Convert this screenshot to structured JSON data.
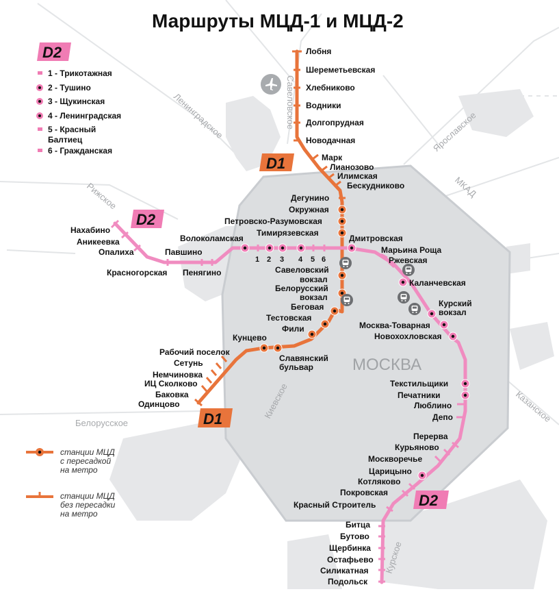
{
  "title": "Маршруты МЦД-1 и МЦД-2",
  "city_label": "МОСКВА",
  "colors": {
    "d1": "#e8743b",
    "d2": "#f08cc0",
    "d2_badge": "#f07cb4",
    "d1_badge": "#e8743b",
    "city_area": "#dcdee0",
    "ring": "#cfd2d5"
  },
  "badges": {
    "d1": "D1",
    "d2": "D2"
  },
  "directions": {
    "savelovskoe": "Савеловское",
    "leningradskoe": "Ленинградское",
    "rizhskoe": "Рижское",
    "yaroslavskoe": "Ярославское",
    "mkad": "МКАД",
    "kazanskoe": "Казанское",
    "kievskoe": "Киевское",
    "belorusskoe": "Белорусское",
    "kurskoe": "Курское"
  },
  "legend_top": {
    "items": [
      {
        "label": "1 - Трикотажная",
        "metro": false
      },
      {
        "label": "2 - Тушино",
        "metro": true
      },
      {
        "label": "3 - Щукинская",
        "metro": true
      },
      {
        "label": "4 - Ленинградская",
        "metro": true
      },
      {
        "label": "5 - Красный",
        "metro": false
      },
      {
        "label": "Балтиец",
        "metro": false
      },
      {
        "label": "6 - Гражданская",
        "metro": false
      }
    ]
  },
  "legend_bottom": {
    "transfer": [
      "станции МЦД",
      "с пересадкой",
      "на метро"
    ],
    "no_transfer": [
      "станции МЦД",
      "без пересадки",
      "на метро"
    ]
  },
  "d1_stations": [
    {
      "name": "Лобня",
      "metro": false
    },
    {
      "name": "Шереметьевская",
      "metro": false
    },
    {
      "name": "Хлебниково",
      "metro": false
    },
    {
      "name": "Водники",
      "metro": false
    },
    {
      "name": "Долгопрудная",
      "metro": false
    },
    {
      "name": "Новодачная",
      "metro": false
    },
    {
      "name": "Марк",
      "metro": false
    },
    {
      "name": "Лианозово",
      "metro": false
    },
    {
      "name": "Илимская",
      "metro": false
    },
    {
      "name": "Бескудниково",
      "metro": false
    },
    {
      "name": "Дегунино",
      "metro": false
    },
    {
      "name": "Окружная",
      "metro": true
    },
    {
      "name": "Петровско-Разумовская",
      "metro": true
    },
    {
      "name": "Тимирязевская",
      "metro": true
    },
    {
      "name": "Савеловский",
      "metro": true
    },
    {
      "name": "вокзал",
      "metro": false
    },
    {
      "name": "Белорусский",
      "metro": true
    },
    {
      "name": "вокзал",
      "metro": false
    },
    {
      "name": "Беговая",
      "metro": true
    },
    {
      "name": "Тестовская",
      "metro": true
    },
    {
      "name": "Фили",
      "metro": true
    },
    {
      "name": "Кунцево",
      "metro": true
    },
    {
      "name": "Славянский",
      "metro": true
    },
    {
      "name": "бульвар",
      "metro": false
    },
    {
      "name": "Рабочий поселок",
      "metro": false
    },
    {
      "name": "Сетунь",
      "metro": false
    },
    {
      "name": "Немчиновка",
      "metro": false
    },
    {
      "name": "ИЦ Сколково",
      "metro": false
    },
    {
      "name": "Баковка",
      "metro": false
    },
    {
      "name": "Одинцово",
      "metro": false
    }
  ],
  "d2_stations": [
    {
      "name": "Нахабино",
      "metro": false
    },
    {
      "name": "Аникеевка",
      "metro": false
    },
    {
      "name": "Опалиха",
      "metro": false
    },
    {
      "name": "Красногорская",
      "metro": false
    },
    {
      "name": "Павшино",
      "metro": false
    },
    {
      "name": "Пенягино",
      "metro": false
    },
    {
      "name": "Волоколамская",
      "metro": true
    },
    {
      "name": "Дмитровская",
      "metro": true
    },
    {
      "name": "Марьина Роща",
      "metro": false
    },
    {
      "name": "Ржевская",
      "metro": false
    },
    {
      "name": "Каланчевская",
      "metro": true
    },
    {
      "name": "Курский",
      "metro": true
    },
    {
      "name": "вокзал",
      "metro": false
    },
    {
      "name": "Москва-Товарная",
      "metro": true
    },
    {
      "name": "Новохохловская",
      "metro": true
    },
    {
      "name": "Текстильщики",
      "metro": true
    },
    {
      "name": "Печатники",
      "metro": true
    },
    {
      "name": "Люблино",
      "metro": false
    },
    {
      "name": "Депо",
      "metro": false
    },
    {
      "name": "Перерва",
      "metro": false
    },
    {
      "name": "Курьяново",
      "metro": false
    },
    {
      "name": "Москворечье",
      "metro": false
    },
    {
      "name": "Царицыно",
      "metro": true
    },
    {
      "name": "Котляково",
      "metro": false
    },
    {
      "name": "Покровская",
      "metro": false
    },
    {
      "name": "Красный Строитель",
      "metro": false
    },
    {
      "name": "Битца",
      "metro": false
    },
    {
      "name": "Бутово",
      "metro": false
    },
    {
      "name": "Щербинка",
      "metro": false
    },
    {
      "name": "Остафьево",
      "metro": false
    },
    {
      "name": "Силикатная",
      "metro": false
    },
    {
      "name": "Подольск",
      "metro": false
    }
  ],
  "d2_numbered_stops": [
    "1",
    "2",
    "3",
    "4",
    "5",
    "6"
  ],
  "icons": {
    "airport": "airplane-icon",
    "train": "train-icon"
  }
}
